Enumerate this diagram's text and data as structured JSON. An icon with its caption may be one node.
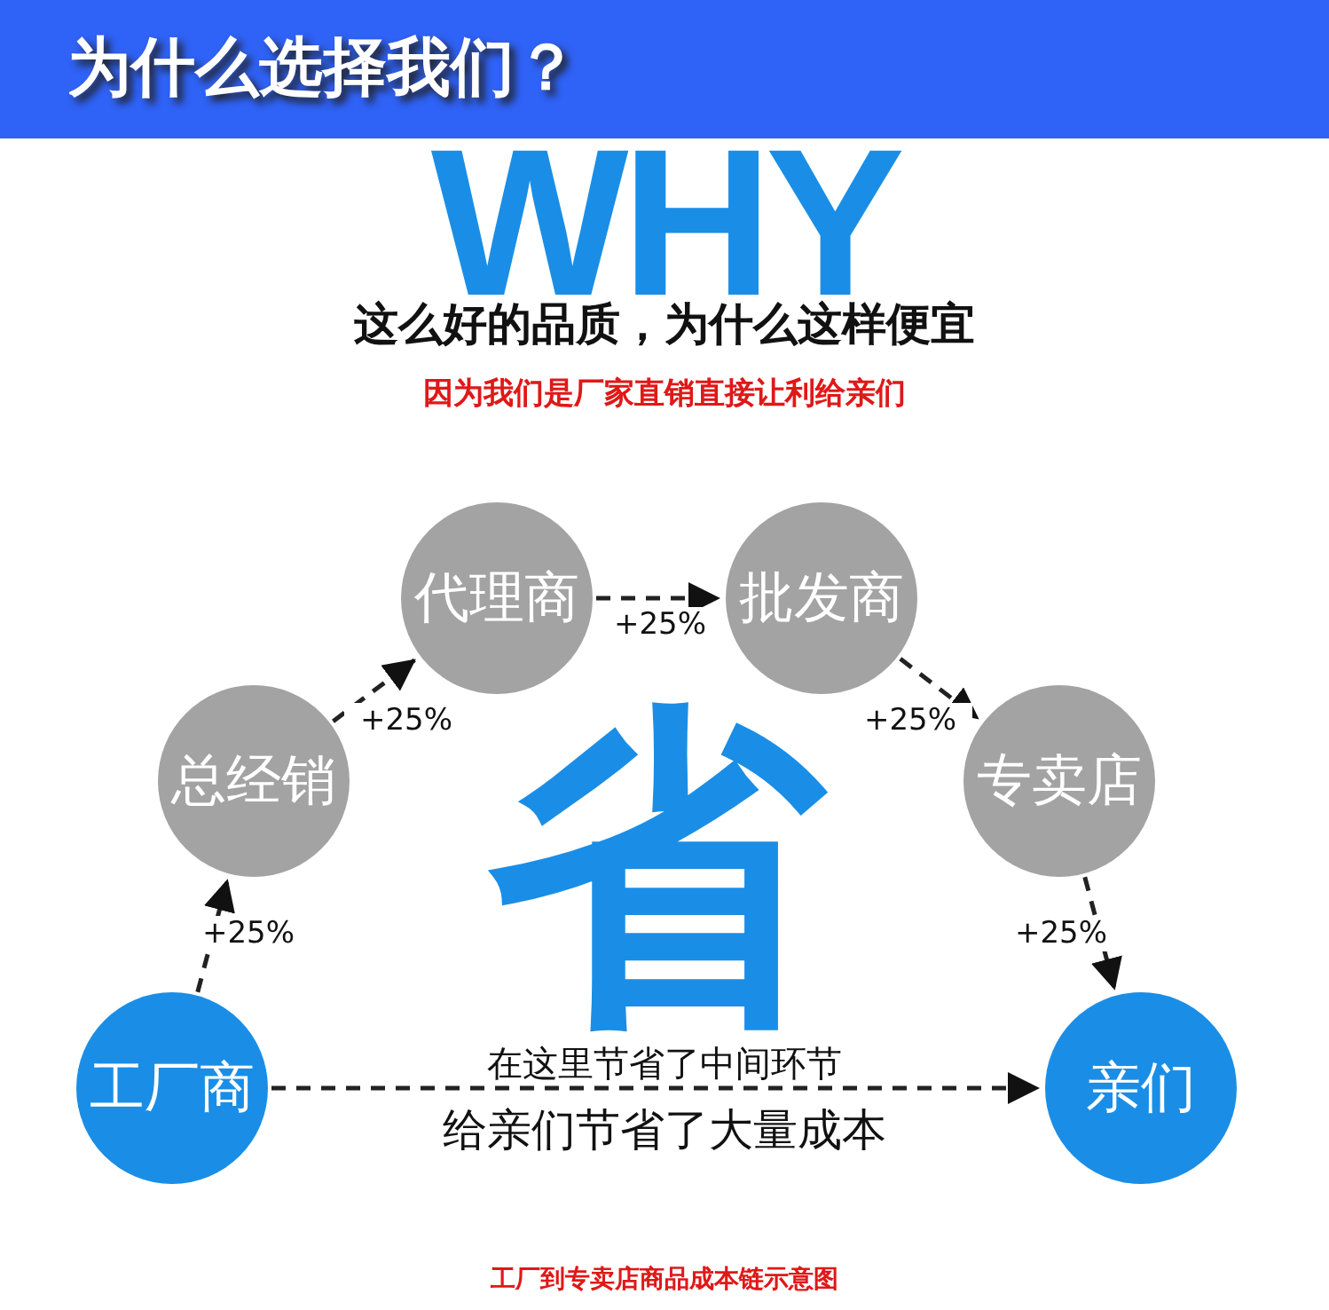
{
  "diagram": {
    "title": "为什么选择我们？",
    "caption": "工厂到专卖店商品成本链示意图",
    "nodes": [
      {
        "text": [
          "工厂商"
        ]
      },
      {
        "text": [
          "总经销"
        ]
      },
      {
        "text": [
          "代理商"
        ]
      },
      {
        "text": [
          "批发商"
        ]
      },
      {
        "text": [
          "专卖店"
        ]
      },
      {
        "text": [
          "亲们"
        ]
      }
    ],
    "edges": [
      {
        "from": 0,
        "to": 1,
        "arrow": "to",
        "style": "dashed",
        "label": "+25%"
      },
      {
        "from": 1,
        "to": 2,
        "arrow": "to",
        "style": "dashed",
        "label": "+25%"
      },
      {
        "from": 2,
        "to": 3,
        "arrow": "to",
        "style": "dashed",
        "label": "+25%"
      },
      {
        "from": 3,
        "to": 4,
        "arrow": "to",
        "style": "dashed",
        "label": "+25%"
      },
      {
        "from": 4,
        "to": 5,
        "arrow": "to",
        "style": "dashed",
        "label": "+25%"
      },
      {
        "from": 0,
        "to": 5,
        "arrow": "to",
        "style": "dashed"
      }
    ],
    "labels": [
      "WHY",
      "这么好的品质，为什么这样便宜",
      "因为我们是厂家直销直接让利给亲们",
      "省",
      "在这里节省了中间环节",
      "给亲们节省了大量成本"
    ]
  }
}
